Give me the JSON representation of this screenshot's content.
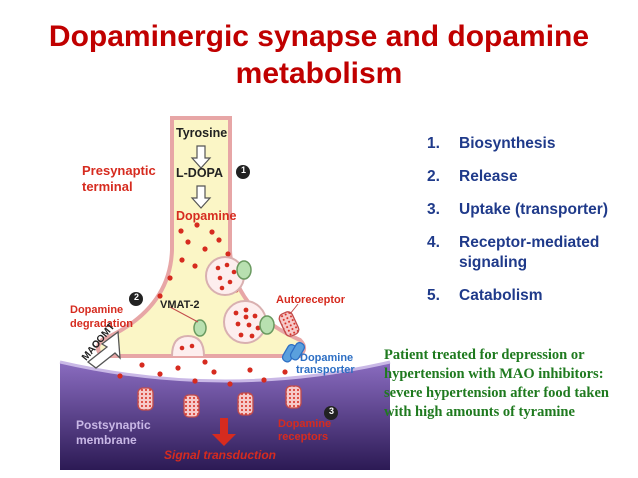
{
  "title": {
    "line1": "Dopaminergic synapse and dopamine",
    "line2": "metabolism"
  },
  "diagram": {
    "labels": {
      "tyrosine": "Tyrosine",
      "ldopa": "L-DOPA",
      "dopamine": "Dopamine",
      "presynaptic_line1": "Presynaptic",
      "presynaptic_line2": "terminal",
      "vmat2": "VMAT-2",
      "autoreceptor": "Autoreceptor",
      "degradation_line1": "Dopamine",
      "degradation_line2": "degradation",
      "comt": "COMT",
      "mao": "MAO",
      "transporter_line1": "Dopamine",
      "transporter_line2": "transporter",
      "postsynaptic_line1": "Postsynaptic",
      "postsynaptic_line2": "membrane",
      "receptors_line1": "Dopamine",
      "receptors_line2": "receptors",
      "signal": "Signal transduction",
      "badge1": "1",
      "badge2": "2",
      "badge3": "3"
    },
    "colors": {
      "terminal_fill": "#fbf6c6",
      "terminal_stroke": "#e7a6a6",
      "membrane": "#5a3d8c",
      "red": "#d62b1f",
      "blue_label": "#2d6fc4"
    }
  },
  "list": [
    {
      "num": "1.",
      "text": "Biosynthesis"
    },
    {
      "num": "2.",
      "text": "Release"
    },
    {
      "num": "3.",
      "text": "Uptake (transporter)"
    },
    {
      "num": "4.",
      "text": "Receptor-mediated signaling"
    },
    {
      "num": "5.",
      "text": "Catabolism"
    }
  ],
  "note": "Patient treated for depression or hypertension with MAO inhibitors: severe hypertension after food taken with high amounts of tyramine"
}
